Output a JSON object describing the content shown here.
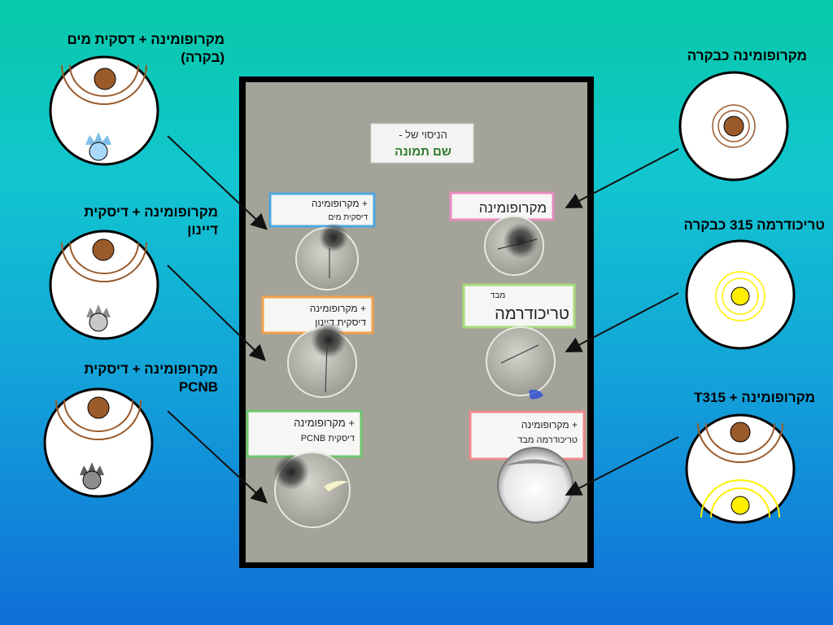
{
  "left_labels": [
    {
      "line1": "מקרופומינה + דסקית מים",
      "line2": "(בקרה)"
    },
    {
      "line1": "מקרופומינה + דיסקית",
      "line2": "דיינון"
    },
    {
      "line1": "מקרופומינה + דיסקית",
      "line2": "PCNB"
    }
  ],
  "right_labels": [
    {
      "text": "מקרופומינה כבקרה"
    },
    {
      "text": "טריכודרמה 315 כבקרה"
    },
    {
      "text": "מקרופומינה + T315"
    }
  ],
  "photo": {
    "title_line1": "הניסוי של -",
    "title_line2": "שם תמונה",
    "cards_left": [
      {
        "line1": "מקרופומינה +",
        "line2": "דיסקית מים"
      },
      {
        "line1": "מקרופומינה +",
        "line2": "דיסקית דיינון"
      },
      {
        "line1": "מקרופומינה +",
        "line2": "PCNB דיסקית"
      }
    ],
    "cards_right": [
      {
        "line1": "מקרופומינה"
      },
      {
        "line1": "טריכודרמה",
        "small": "מבד"
      },
      {
        "line1": "מקרופומינה +",
        "line2": "טריכודרמה מבד"
      }
    ]
  },
  "colors": {
    "pathogen": "#9a5a2a",
    "water_disc": "#a8d8f8",
    "dynon_disc": "#c8c8c8",
    "pcnb_disc": "#8c8c8c",
    "trichoderma": "#ffee00"
  }
}
